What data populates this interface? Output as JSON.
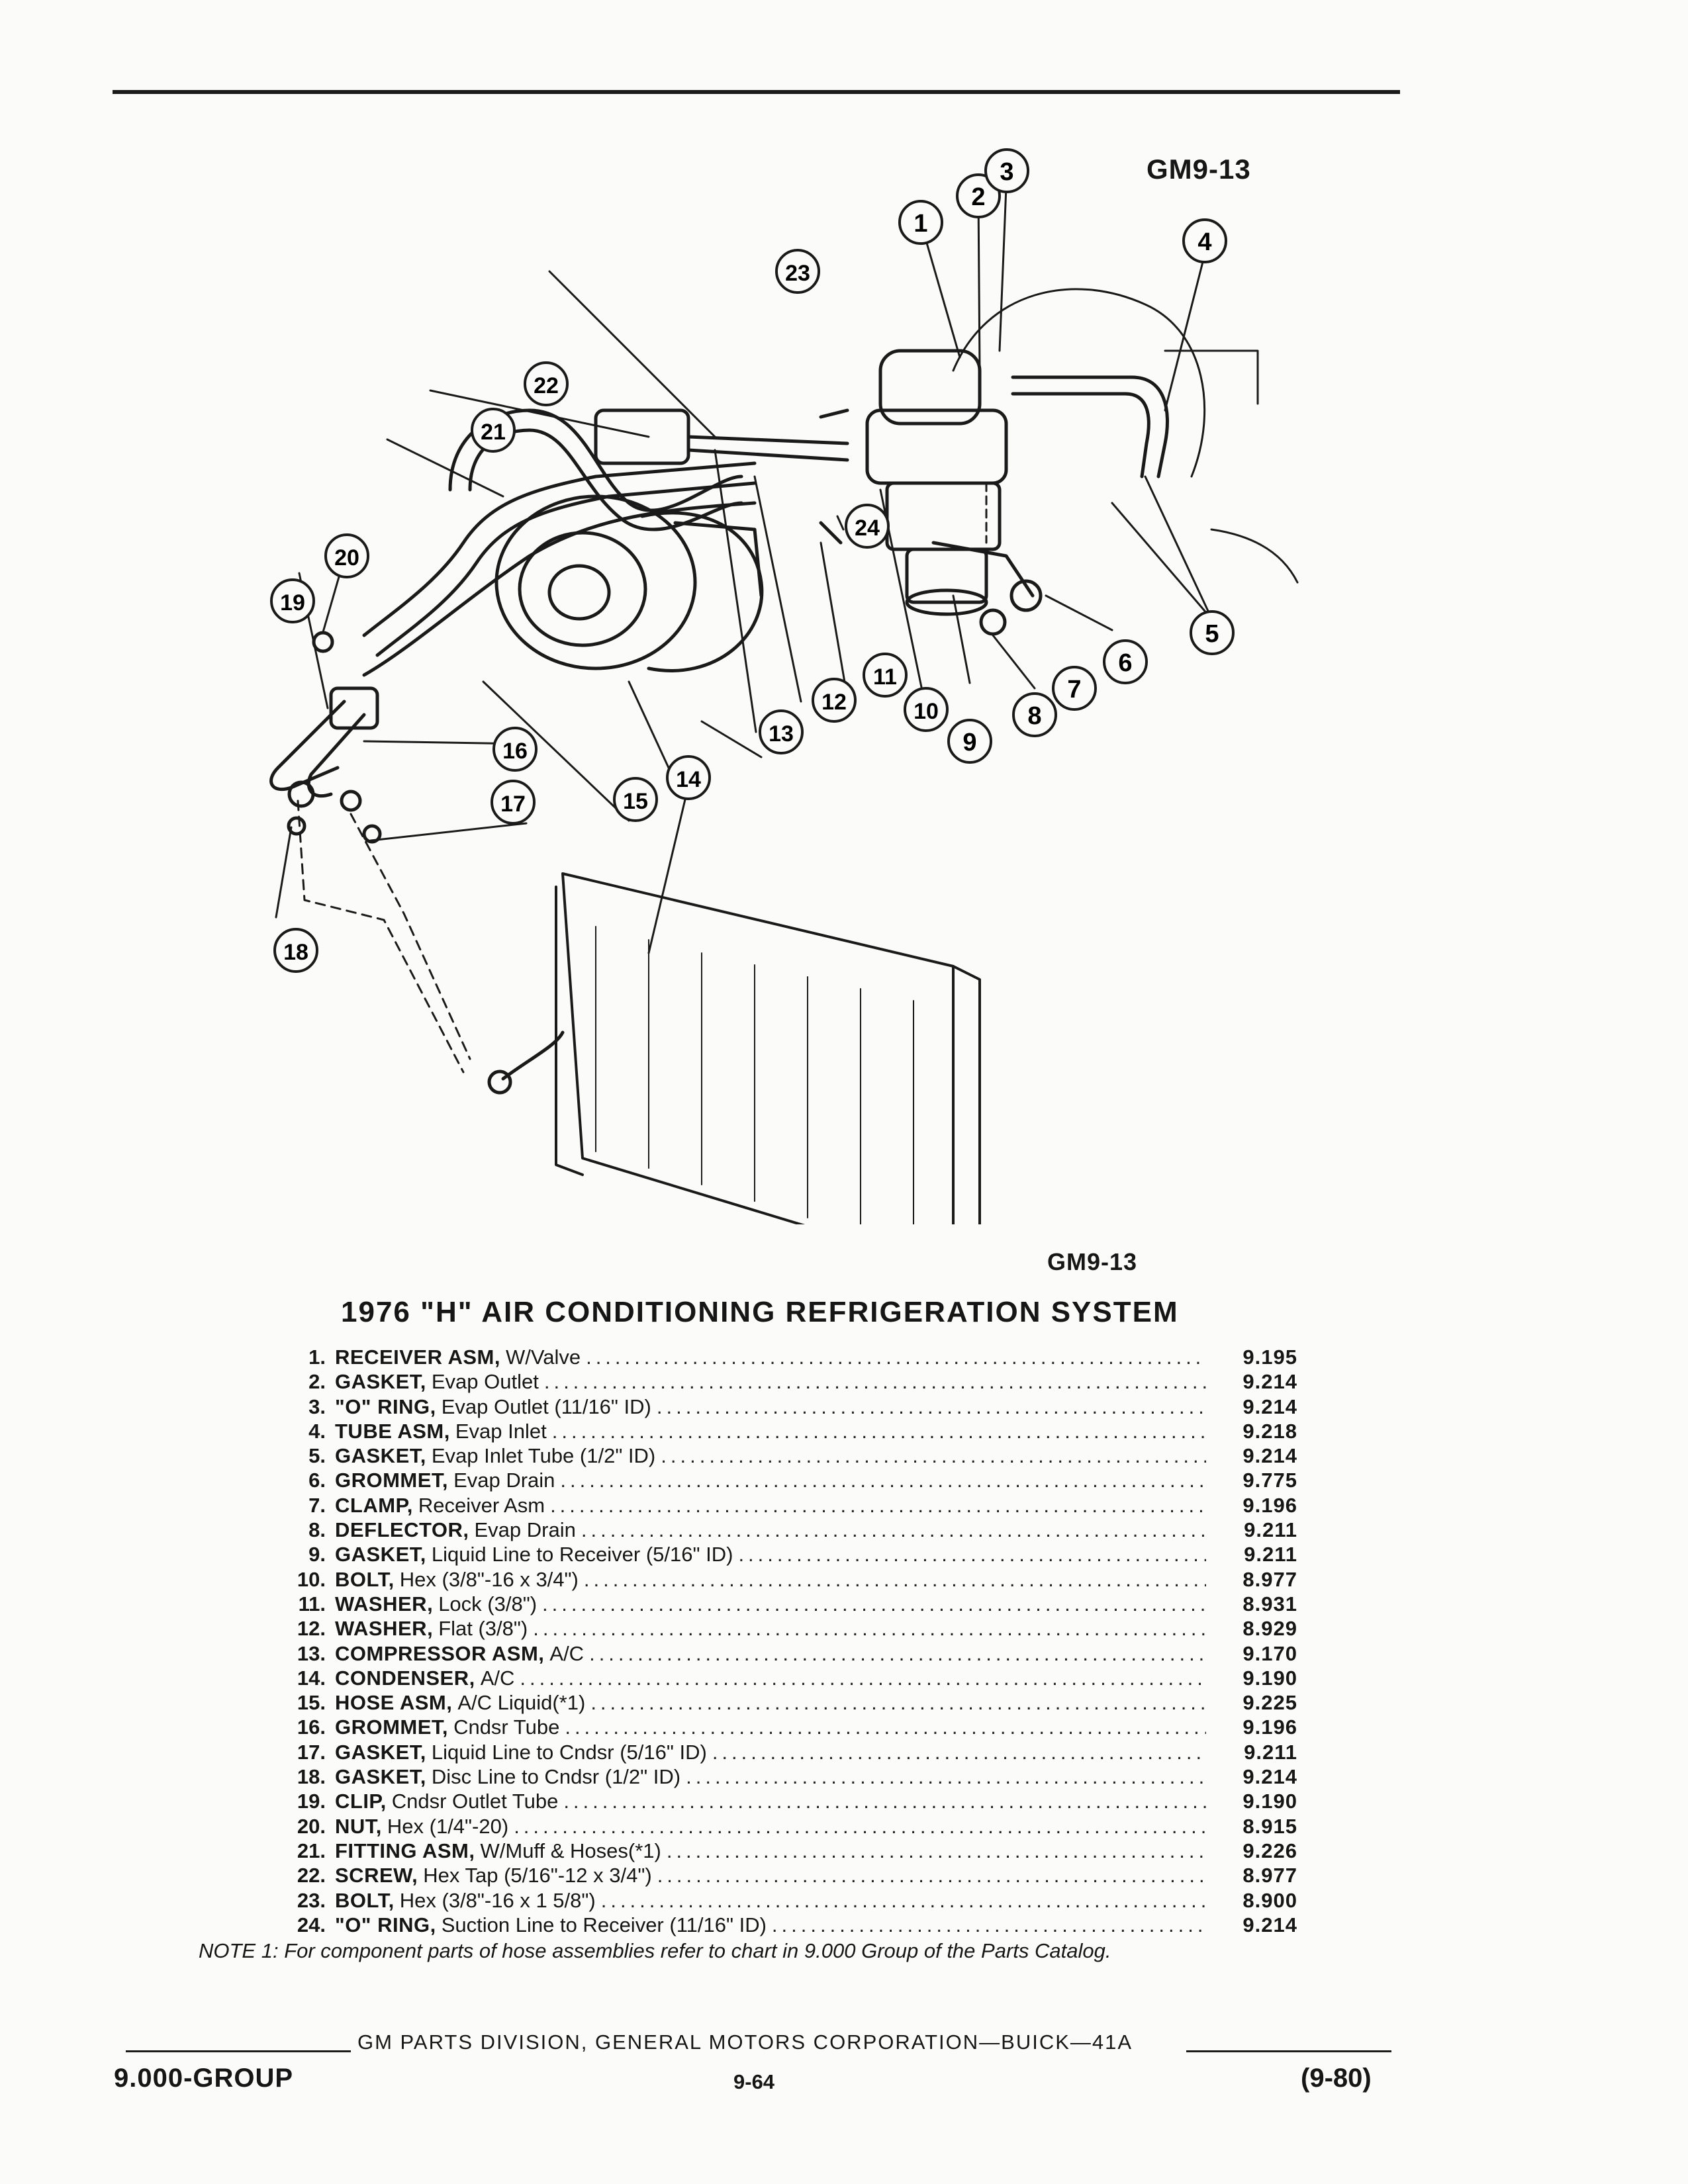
{
  "figure_code_top": "GM9-13",
  "figure_code_bottom": "GM9-13",
  "title": "1976 \"H\" AIR CONDITIONING REFRIGERATION SYSTEM",
  "callouts": [
    "1",
    "2",
    "3",
    "4",
    "5",
    "6",
    "7",
    "8",
    "9",
    "10",
    "11",
    "12",
    "13",
    "14",
    "15",
    "16",
    "17",
    "18",
    "19",
    "20",
    "21",
    "22",
    "23",
    "24"
  ],
  "parts": [
    {
      "num": "1.",
      "name": "RECEIVER ASM,",
      "desc": "W/Valve",
      "price": "9.195"
    },
    {
      "num": "2.",
      "name": "GASKET,",
      "desc": "Evap Outlet",
      "price": "9.214"
    },
    {
      "num": "3.",
      "name": "\"O\" RING,",
      "desc": "Evap Outlet (11/16\" ID)",
      "price": "9.214"
    },
    {
      "num": "4.",
      "name": "TUBE ASM,",
      "desc": "Evap Inlet",
      "price": "9.218"
    },
    {
      "num": "5.",
      "name": "GASKET,",
      "desc": "Evap Inlet Tube (1/2\" ID)",
      "price": "9.214"
    },
    {
      "num": "6.",
      "name": "GROMMET,",
      "desc": "Evap Drain",
      "price": "9.775"
    },
    {
      "num": "7.",
      "name": "CLAMP,",
      "desc": "Receiver Asm",
      "price": "9.196"
    },
    {
      "num": "8.",
      "name": "DEFLECTOR,",
      "desc": "Evap Drain",
      "price": "9.211"
    },
    {
      "num": "9.",
      "name": "GASKET,",
      "desc": "Liquid Line to Receiver (5/16\" ID)",
      "price": "9.211"
    },
    {
      "num": "10.",
      "name": "BOLT,",
      "desc": "Hex (3/8\"-16 x 3/4\")",
      "price": "8.977"
    },
    {
      "num": "11.",
      "name": "WASHER,",
      "desc": "Lock (3/8\")",
      "price": "8.931"
    },
    {
      "num": "12.",
      "name": "WASHER,",
      "desc": "Flat (3/8\")",
      "price": "8.929"
    },
    {
      "num": "13.",
      "name": "COMPRESSOR ASM,",
      "desc": "A/C",
      "price": "9.170"
    },
    {
      "num": "14.",
      "name": "CONDENSER,",
      "desc": "A/C",
      "price": "9.190"
    },
    {
      "num": "15.",
      "name": "HOSE ASM,",
      "desc": "A/C Liquid(*1)",
      "price": "9.225"
    },
    {
      "num": "16.",
      "name": "GROMMET,",
      "desc": "Cndsr Tube",
      "price": "9.196"
    },
    {
      "num": "17.",
      "name": "GASKET,",
      "desc": "Liquid Line to Cndsr (5/16\" ID)",
      "price": "9.211"
    },
    {
      "num": "18.",
      "name": "GASKET,",
      "desc": "Disc Line to Cndsr (1/2\" ID)",
      "price": "9.214"
    },
    {
      "num": "19.",
      "name": "CLIP,",
      "desc": "Cndsr Outlet Tube",
      "price": "9.190"
    },
    {
      "num": "20.",
      "name": "NUT,",
      "desc": "Hex (1/4\"-20)",
      "price": "8.915"
    },
    {
      "num": "21.",
      "name": "FITTING ASM,",
      "desc": "W/Muff & Hoses(*1)",
      "price": "9.226"
    },
    {
      "num": "22.",
      "name": "SCREW,",
      "desc": "Hex Tap (5/16\"-12 x 3/4\")",
      "price": "8.977"
    },
    {
      "num": "23.",
      "name": "BOLT,",
      "desc": "Hex (3/8\"-16 x 1 5/8\")",
      "price": "8.900"
    },
    {
      "num": "24.",
      "name": "\"O\" RING,",
      "desc": "Suction Line to Receiver (11/16\" ID)",
      "price": "9.214"
    }
  ],
  "note": "NOTE 1: For component parts of hose assemblies refer to chart in 9.000 Group of the Parts Catalog.",
  "footer": {
    "center": "GM PARTS DIVISION, GENERAL MOTORS CORPORATION—BUICK—41A",
    "group": "9.000-GROUP",
    "page": "9-64",
    "revision": "(9-80)"
  }
}
